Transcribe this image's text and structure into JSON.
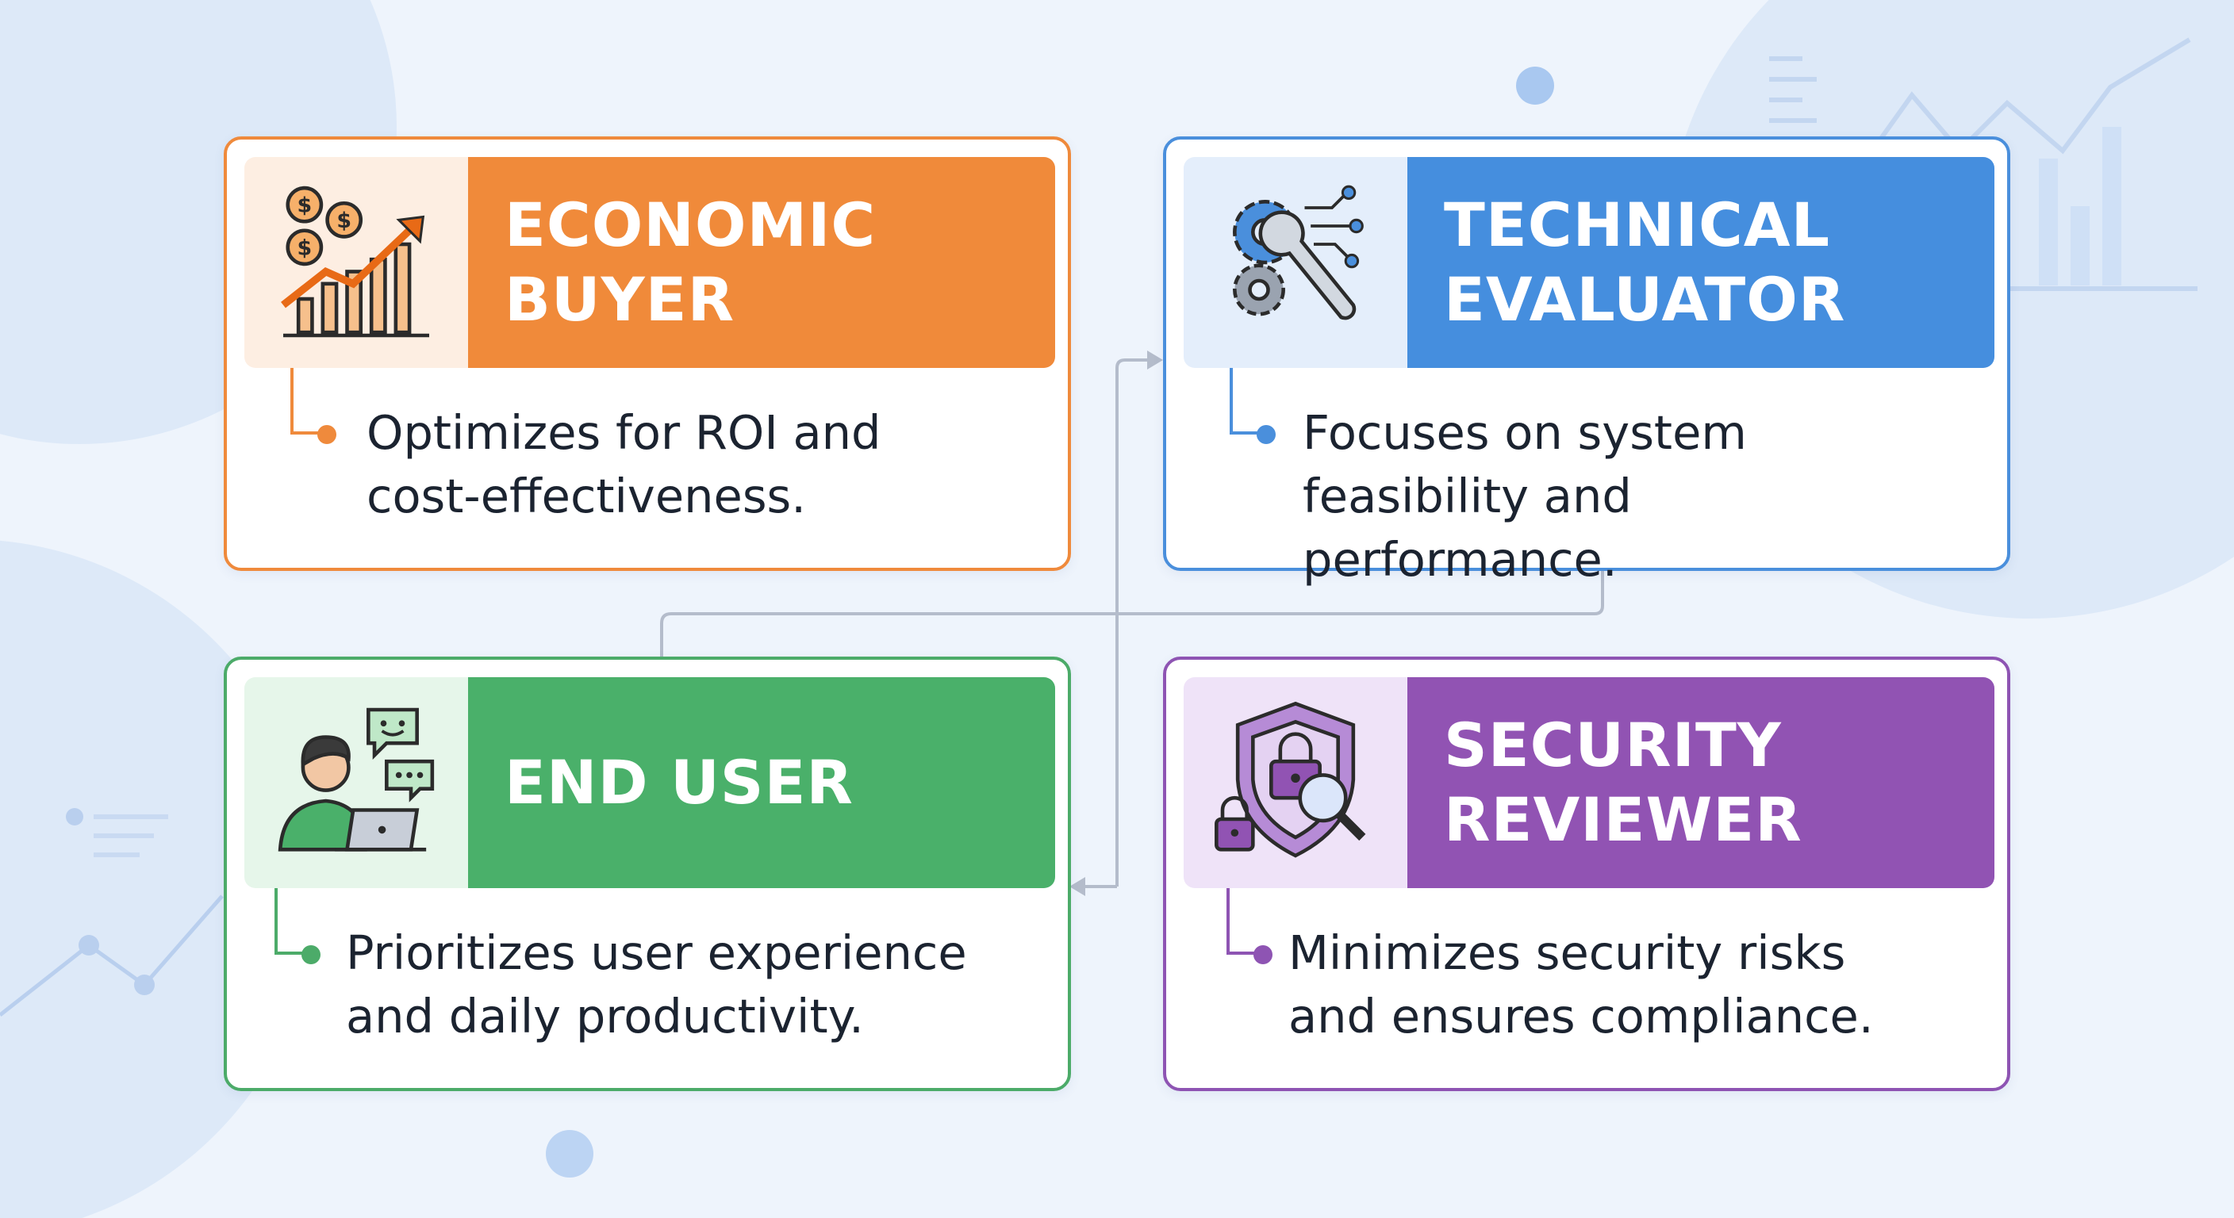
{
  "cards": [
    {
      "id": "economic-buyer",
      "title": "ECONOMIC\nBUYER",
      "description": "Optimizes for ROI and\ncost-effectiveness.",
      "icon": "money-growth-chart-icon",
      "color": "#f08a3a"
    },
    {
      "id": "technical-evaluator",
      "title": "TECHNICAL\nEVALUATOR",
      "description": "Focuses on system\nfeasibility and performance.",
      "icon": "gears-wrench-icon",
      "color": "#458ede"
    },
    {
      "id": "end-user",
      "title": "END USER",
      "description": "Prioritizes user experience\nand daily productivity.",
      "icon": "person-laptop-chat-icon",
      "color": "#4ab06a"
    },
    {
      "id": "security-reviewer",
      "title": "SECURITY\nREVIEWER",
      "description": "Minimizes security risks\nand ensures compliance.",
      "icon": "shield-lock-magnifier-icon",
      "color": "#9153b3"
    }
  ],
  "colors": {
    "background": "#eef4fc",
    "connector": "#b4bccb",
    "text": "#1b2330"
  }
}
